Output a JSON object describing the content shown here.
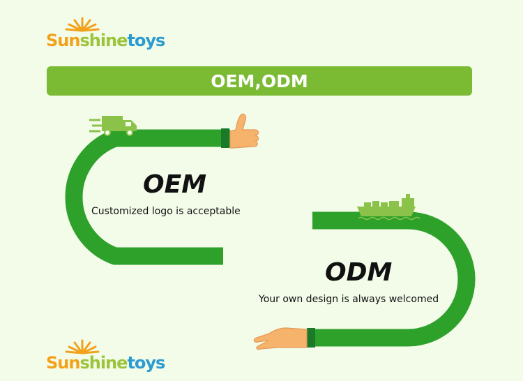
{
  "brand": {
    "sun": "Sun",
    "shine": "shine",
    "toys": "toys"
  },
  "banner": {
    "title": "OEM,ODM"
  },
  "oem": {
    "heading": "OEM",
    "description": "Customized logo is acceptable"
  },
  "odm": {
    "heading": "ODM",
    "description": "Your own design is always welcomed"
  },
  "colors": {
    "background": "#f3fbe9",
    "banner": "#7bbb34",
    "path_green": "#2ea12a",
    "path_dark": "#1b7a2a",
    "brand_orange": "#f2a21a",
    "brand_green": "#9bc43b",
    "brand_blue": "#2c9bd1"
  },
  "icons": [
    "truck-icon",
    "thumbs-up-icon",
    "ship-icon",
    "open-hand-icon",
    "sun-icon"
  ]
}
